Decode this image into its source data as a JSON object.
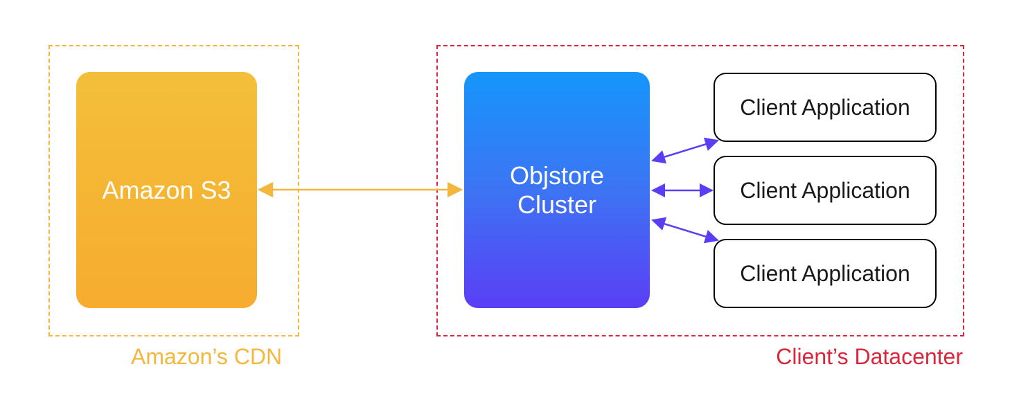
{
  "zones": {
    "amazon_label": "Amazon’s CDN",
    "client_label": "Client’s Datacenter"
  },
  "nodes": {
    "s3": "Amazon S3",
    "objstore_line1": "Objstore",
    "objstore_line2": "Cluster",
    "client_apps": [
      "Client Application",
      "Client Application",
      "Client Application"
    ]
  },
  "colors": {
    "amazon": "#f4b73e",
    "client": "#d9263a",
    "objstore_top": "#1596fb",
    "objstore_bottom": "#5a3ef5",
    "client_arrow": "#5a3ef5"
  }
}
